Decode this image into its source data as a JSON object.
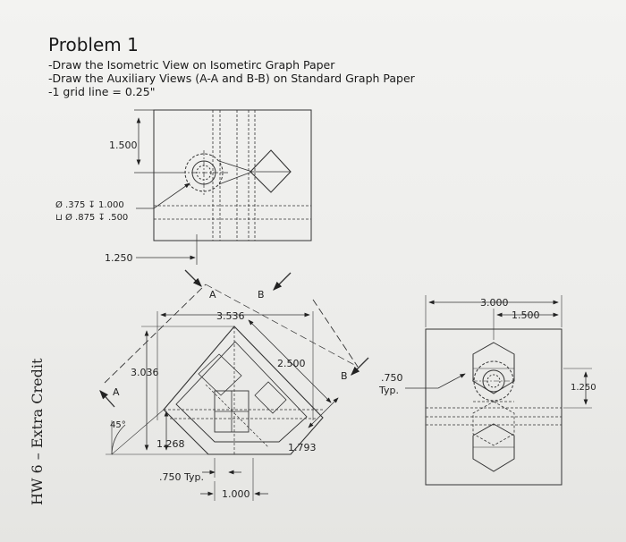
{
  "header": {
    "title": "Problem 1",
    "instructions": [
      "-Draw the Isometric View on Isometirc Graph Paper",
      "-Draw the Auxiliary Views (A-A and B-B) on Standard Graph Paper",
      "-1 grid line = 0.25\""
    ]
  },
  "sidebar_label": "HW 6 – Extra Credit",
  "top_view": {
    "dim_height": "1.500",
    "hole_callout_line1": "Ø .375 ↧ 1.000",
    "hole_callout_line2": "⊔ Ø .875 ↧ .500",
    "dim_offset": "1.250"
  },
  "front_view": {
    "label_a_top": "A",
    "label_b_top": "B",
    "label_a_left": "A",
    "label_b_right": "B",
    "dim_width": "3.536",
    "dim_height": "3.036",
    "dim_diag_top": "2.500",
    "dim_diag_bottom": "1.793",
    "dim_angle": "45°",
    "dim_inner": "1.268",
    "dim_typ": ".750 Typ.",
    "dim_bottom": "1.000"
  },
  "right_view": {
    "dim_width": "3.000",
    "dim_inner": "1.500",
    "dim_typ_line1": ".750",
    "dim_typ_line2": "Typ.",
    "dim_height": "1.250"
  }
}
